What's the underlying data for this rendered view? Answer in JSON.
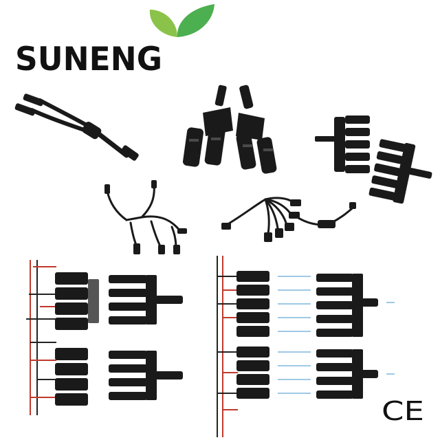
{
  "brand": {
    "name": "SUNENG",
    "leaf_colors": [
      "#8bc34a",
      "#4caf50"
    ],
    "text_color": "#111111"
  },
  "certification": {
    "mark": "CE"
  },
  "products": [
    {
      "name": "y-branch-cable",
      "icon": "y-cable-image"
    },
    {
      "name": "t-branch-connector-pair",
      "icon": "t-connector-image"
    },
    {
      "name": "multi-branch-connector-pair",
      "icon": "multi-branch-image"
    },
    {
      "name": "three-way-branch-cable",
      "icon": "three-way-cable-image"
    },
    {
      "name": "five-way-branch-cable",
      "icon": "five-way-cable-image"
    },
    {
      "name": "4-way-wiring-diagram",
      "icon": "wiring-diagram-image"
    },
    {
      "name": "5-way-wiring-diagram",
      "icon": "wiring-diagram-image"
    }
  ],
  "colors": {
    "connector": "#1a1a1a",
    "wire_red": "#c0392b",
    "wire_black": "#222222",
    "arrow": "#9ec9e6"
  }
}
